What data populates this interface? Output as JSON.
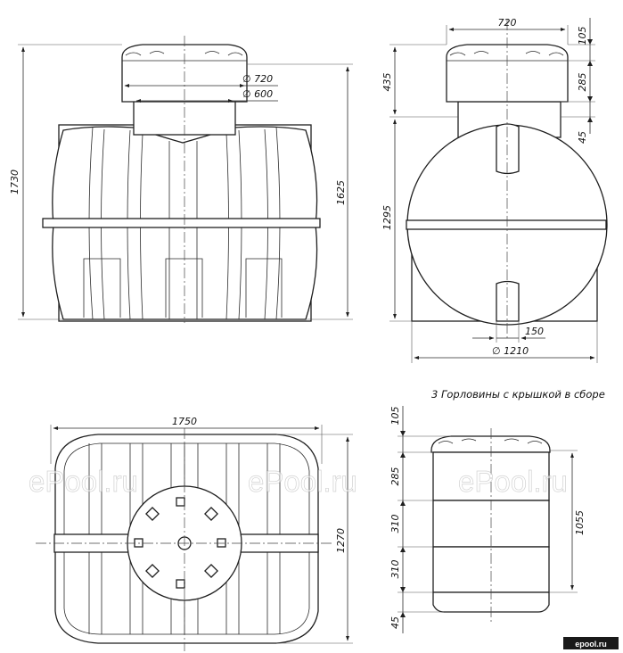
{
  "front_view": {
    "total_height": "1730",
    "body_height": "1625",
    "neck_outer_diameter": "∅ 720",
    "neck_inner_diameter": "∅ 600"
  },
  "side_view": {
    "lid_width": "720",
    "lid_height": "105",
    "neck_height": "285",
    "neck_offset": "45",
    "neck_total": "435",
    "tank_height": "1295",
    "pipe_width": "150",
    "tank_diameter": "∅ 1210"
  },
  "top_view": {
    "length": "1750",
    "width": "1270"
  },
  "neck_detail": {
    "caption": "3 Горловины с крышкой в сборе",
    "lid": "105",
    "section_1": "285",
    "section_2": "310",
    "section_3": "310",
    "base": "45",
    "total": "1055"
  },
  "watermarks": [
    "ePool.ru",
    "ePool.ru",
    "ePool.ru"
  ],
  "corner_logo": "epool.ru"
}
